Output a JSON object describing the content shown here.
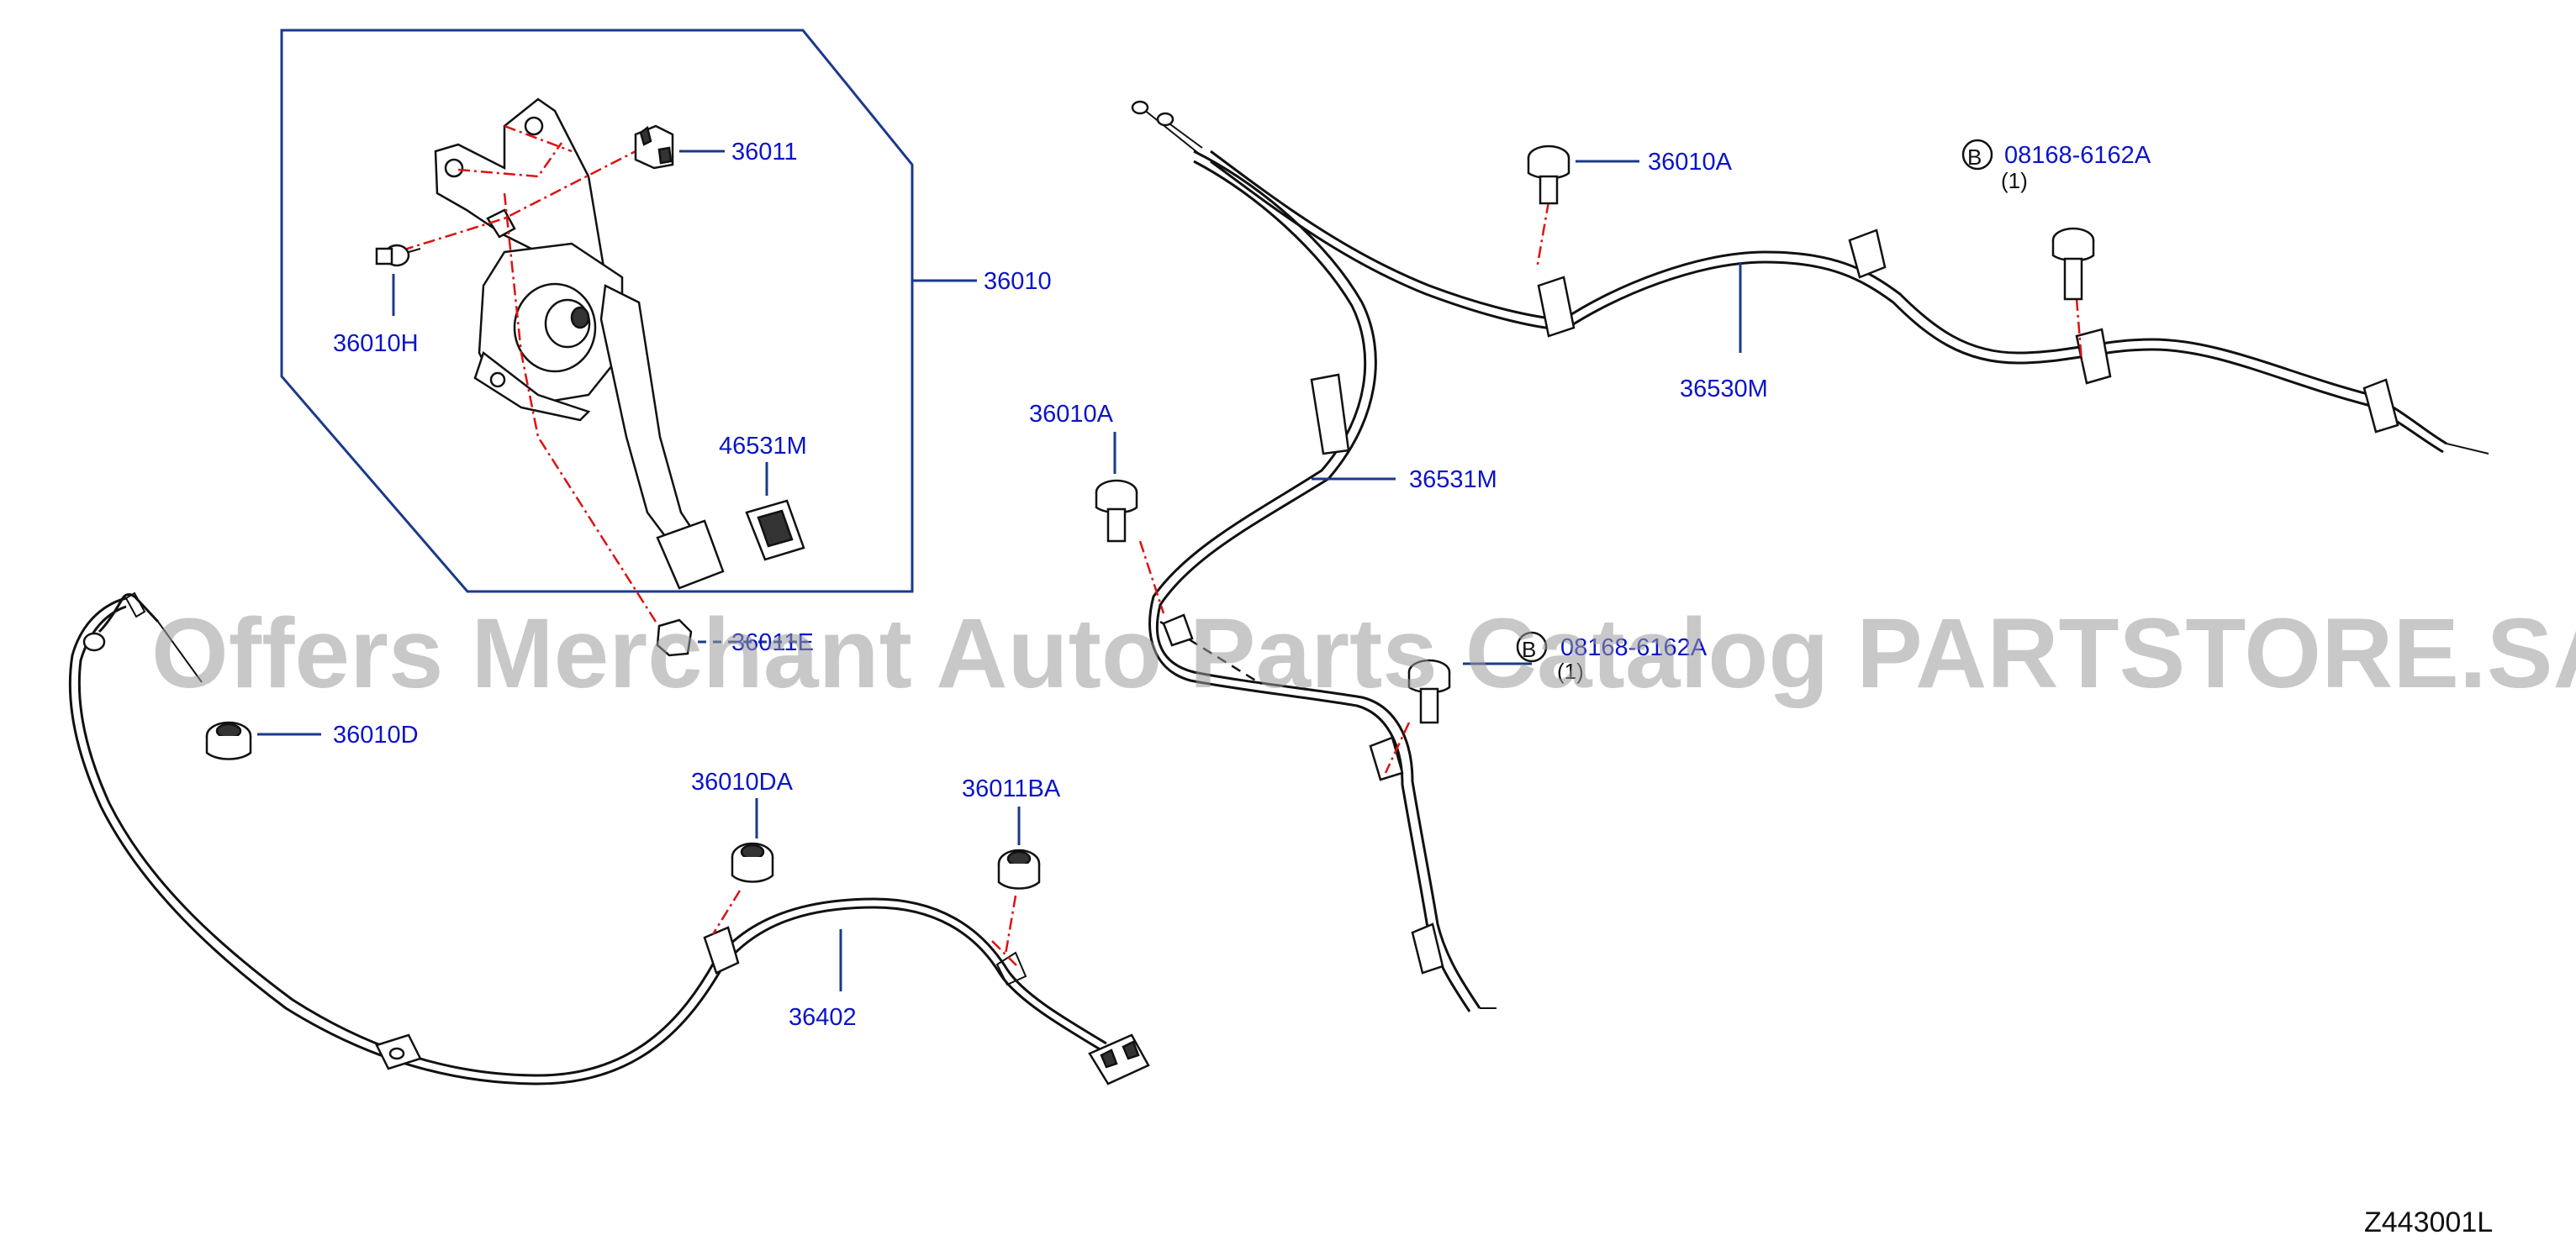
{
  "diagram": {
    "ref_code": "Z443001L",
    "watermark": "Offers Merchant Auto Parts Catalog PARTSTORE.SA",
    "colors": {
      "label": "#0a14c8",
      "leader": "#1a3a8a",
      "centerline": "#e01010",
      "line": "#111111"
    },
    "labels": {
      "p36011": "36011",
      "p36010": "36010",
      "p36010H": "36010H",
      "p46531M": "46531M",
      "p36011E": "36011E",
      "p36010D": "36010D",
      "p36010DA": "36010DA",
      "p36011BA": "36011BA",
      "p36402": "36402",
      "p36010A_top": "36010A",
      "p08168_top": "08168-6162A",
      "p08168_top_qty": "(1)",
      "p36530M": "36530M",
      "p36010A_left": "36010A",
      "p36531M": "36531M",
      "p08168_mid": "08168-6162A",
      "p08168_mid_qty": "(1)",
      "circle_b": "B"
    }
  }
}
